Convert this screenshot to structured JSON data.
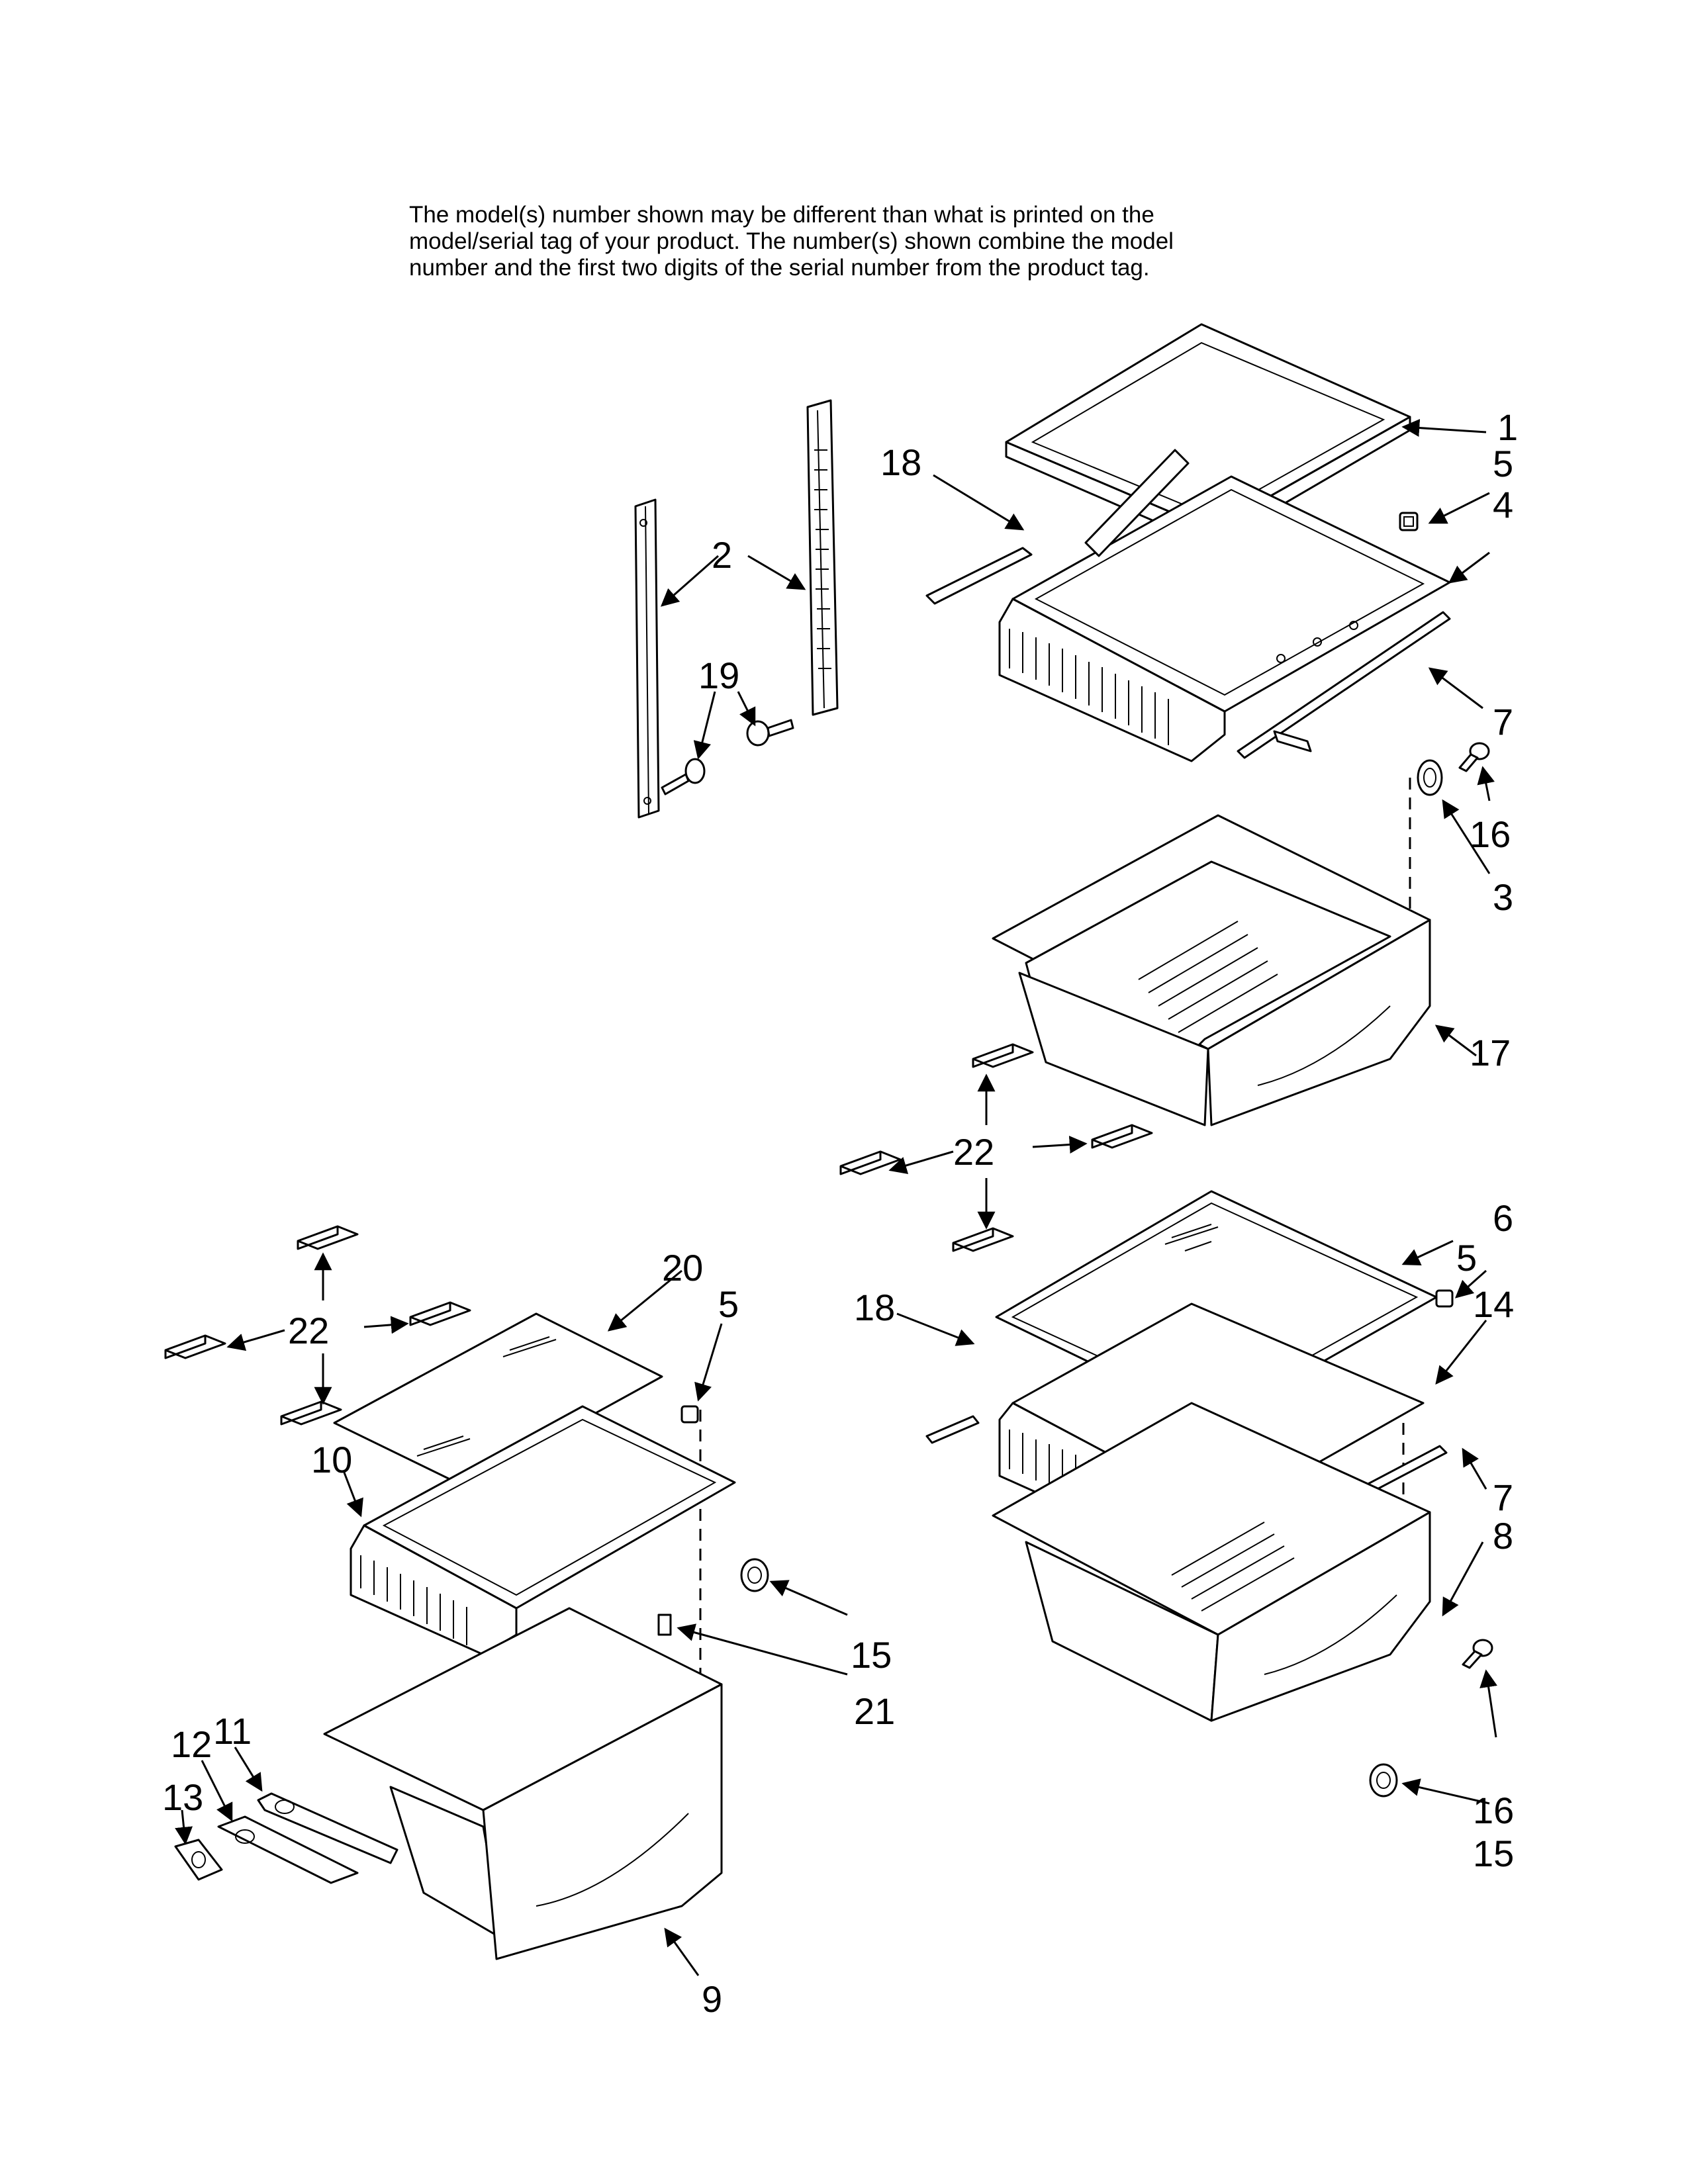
{
  "note": {
    "lines": [
      "The model(s) number shown may be different than what is printed on the",
      "model/serial tag of your product. The number(s) shown combine the model",
      "number and the first two digits of the serial number from the product tag."
    ]
  },
  "callouts": [
    "1",
    "2",
    "3",
    "4",
    "5",
    "6",
    "7",
    "8",
    "9",
    "10",
    "11",
    "12",
    "13",
    "14",
    "15",
    "16",
    "17",
    "18",
    "19",
    "20",
    "21",
    "22"
  ]
}
